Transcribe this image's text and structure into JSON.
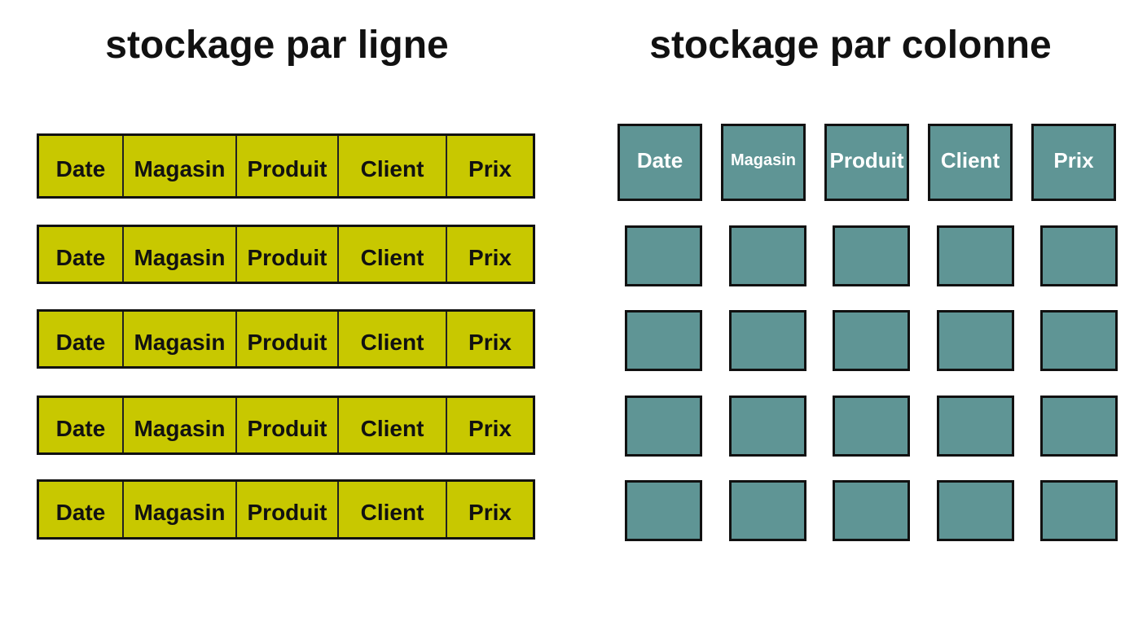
{
  "titles": {
    "row": "stockage par ligne",
    "column": "stockage par colonne"
  },
  "fields": [
    "Date",
    "Magasin",
    "Produit",
    "Client",
    "Prix"
  ],
  "row_storage": {
    "record_count": 5
  },
  "column_storage": {
    "cells_per_column": 4
  },
  "colors": {
    "row_fill": "#c8c800",
    "column_fill": "#5f9595",
    "border": "#111111"
  }
}
